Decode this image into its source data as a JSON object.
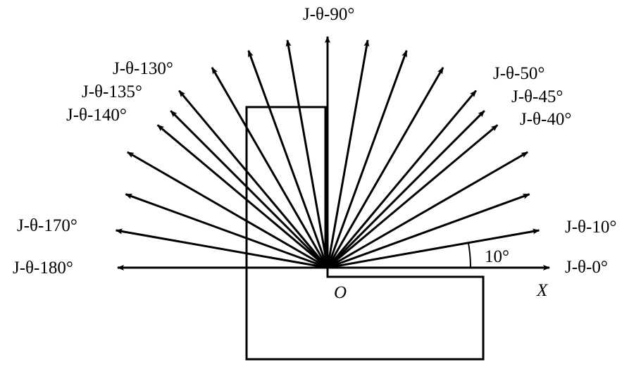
{
  "angles_deg": [
    0,
    10,
    20,
    30,
    40,
    45,
    50,
    60,
    70,
    80,
    90,
    100,
    110,
    120,
    130,
    135,
    140,
    150,
    160,
    170,
    180
  ],
  "labels": {
    "j0": "J-θ-0°",
    "j10": "J-θ-10°",
    "j40": "J-θ-40°",
    "j45": "J-θ-45°",
    "j50": "J-θ-50°",
    "j90": "J-θ-90°",
    "j130": "J-θ-130°",
    "j135": "J-θ-135°",
    "j140": "J-θ-140°",
    "j170": "J-θ-170°",
    "j180": "J-θ-180°",
    "origin": "O",
    "x_axis": "X",
    "angle_mark": "10°"
  }
}
